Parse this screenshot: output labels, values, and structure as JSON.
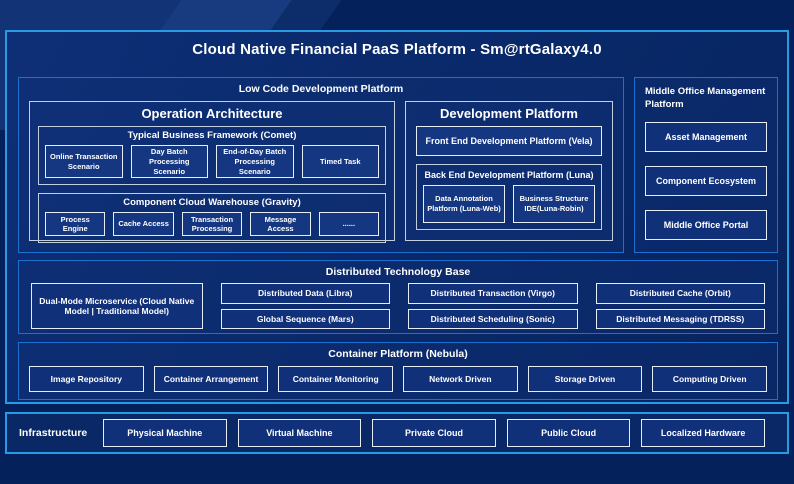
{
  "title": "Cloud Native Financial PaaS Platform - Sm@rtGalaxy4.0",
  "low_code": {
    "label": "Low Code Development Platform",
    "operation": {
      "title": "Operation Architecture",
      "comet": {
        "label": "Typical Business Framework (Comet)",
        "items": [
          "Online Transaction Scenario",
          "Day Batch Processing Scenario",
          "End-of-Day Batch Processing Scenario",
          "Timed Task"
        ]
      },
      "gravity": {
        "label": "Component Cloud Warehouse (Gravity)",
        "items": [
          "Process Engine",
          "Cache Access",
          "Transaction Processing",
          "Message Access",
          "......"
        ]
      }
    },
    "development": {
      "title": "Development Platform",
      "front_end": "Front End Development Platform (Vela)",
      "back_end": {
        "label": "Back End Development Platform (Luna)",
        "items": [
          "Data Annotation Platform (Luna-Web)",
          "Business Structure IDE(Luna-Robin)"
        ]
      }
    }
  },
  "middle_office": {
    "label": "Middle Office Management Platform",
    "items": [
      "Asset Management",
      "Component Ecosystem",
      "Middle Office Portal"
    ]
  },
  "distributed": {
    "label": "Distributed Technology Base",
    "dual_mode": "Dual-Mode Microservice (Cloud Native Model | Traditional Model)",
    "items": [
      "Distributed Data (Libra)",
      "Global Sequence (Mars)",
      "Distributed Transaction (Virgo)",
      "Distributed Scheduling (Sonic)",
      "Distributed Cache (Orbit)",
      "Distributed Messaging (TDRSS)"
    ]
  },
  "container_platform": {
    "label": "Container Platform (Nebula)",
    "items": [
      "Image Repository",
      "Container Arrangement",
      "Container Monitoring",
      "Network Driven",
      "Storage Driven",
      "Computing Driven"
    ]
  },
  "infrastructure": {
    "label": "Infrastructure",
    "items": [
      "Physical Machine",
      "Virtual Machine",
      "Private Cloud",
      "Public Cloud",
      "Localized Hardware"
    ]
  },
  "colors": {
    "background": "#05215c",
    "panel_fill": "#0a2a6c",
    "leaf_fill": "#11307a",
    "accent_border": "#279be4",
    "section_border": "#1d6fd0",
    "box_border": "#e6edf5",
    "text": "#ffffff"
  }
}
